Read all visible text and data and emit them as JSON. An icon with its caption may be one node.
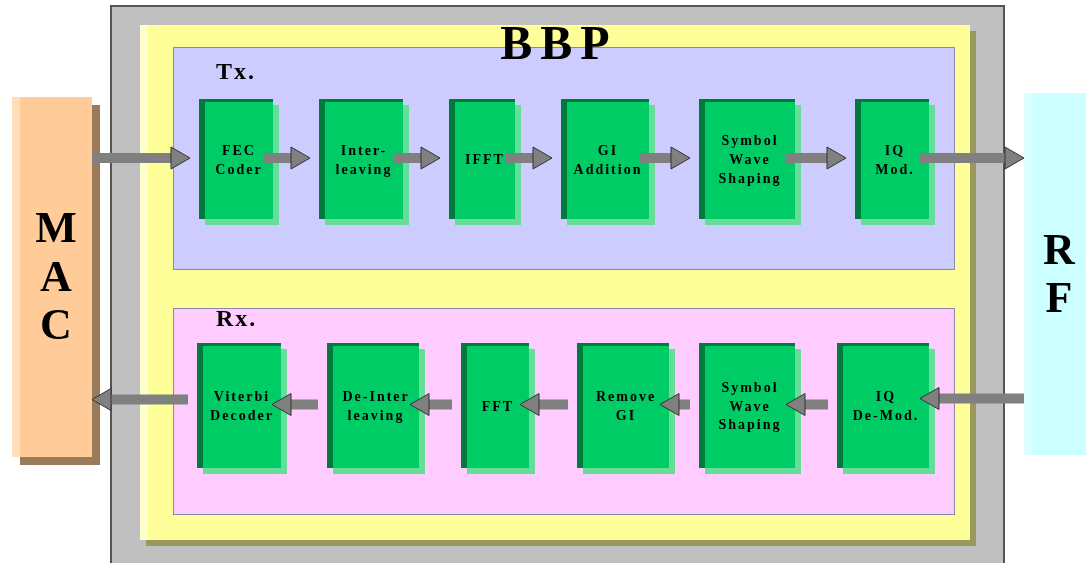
{
  "diagram": {
    "nodes": [
      {
        "text": [
          "MAC"
        ]
      },
      {
        "text": [
          "BBP"
        ]
      },
      {
        "text": [
          "Tx."
        ],
        "in": 1
      },
      {
        "text": [
          "FEC Coder"
        ],
        "in": 2
      },
      {
        "text": [
          "Inter- leaving"
        ],
        "in": 2
      },
      {
        "text": [
          "IFFT"
        ],
        "in": 2
      },
      {
        "text": [
          "GI Addition"
        ],
        "in": 2
      },
      {
        "text": [
          "Symbol Wave Shaping"
        ],
        "in": 2
      },
      {
        "text": [
          "IQ Mod."
        ],
        "in": 2
      },
      {
        "text": [
          "Rx."
        ],
        "in": 1
      },
      {
        "text": [
          "Viterbi Decoder"
        ],
        "in": 9
      },
      {
        "text": [
          "De-Inter leaving"
        ],
        "in": 9
      },
      {
        "text": [
          "FFT"
        ],
        "in": 9
      },
      {
        "text": [
          "Remove GI"
        ],
        "in": 9
      },
      {
        "text": [
          "Symbol Wave Shaping"
        ],
        "in": 9
      },
      {
        "text": [
          "IQ De-Mod."
        ],
        "in": 9
      },
      {
        "text": [
          "RF"
        ]
      }
    ],
    "edges": [
      {
        "from": 0,
        "to": 3,
        "arrow": "to"
      },
      {
        "from": 3,
        "to": 4,
        "arrow": "to"
      },
      {
        "from": 4,
        "to": 5,
        "arrow": "to"
      },
      {
        "from": 5,
        "to": 6,
        "arrow": "to"
      },
      {
        "from": 6,
        "to": 7,
        "arrow": "to"
      },
      {
        "from": 7,
        "to": 8,
        "arrow": "to"
      },
      {
        "from": 8,
        "to": 16,
        "arrow": "to"
      },
      {
        "from": 16,
        "to": 15,
        "arrow": "to"
      },
      {
        "from": 15,
        "to": 14,
        "arrow": "to"
      },
      {
        "from": 14,
        "to": 13,
        "arrow": "to"
      },
      {
        "from": 13,
        "to": 12,
        "arrow": "to"
      },
      {
        "from": 12,
        "to": 11,
        "arrow": "to"
      },
      {
        "from": 11,
        "to": 10,
        "arrow": "to"
      },
      {
        "from": 10,
        "to": 0,
        "arrow": "to"
      }
    ]
  }
}
